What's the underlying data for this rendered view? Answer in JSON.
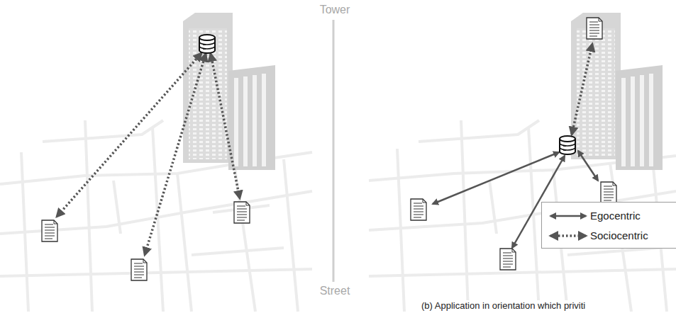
{
  "diagram": {
    "caption": "(b) Application in orientation which priviti",
    "labels": [
      "Tower",
      "Street"
    ],
    "legend": [
      {
        "text": "Egocentric"
      },
      {
        "text": "Sociocentric"
      }
    ]
  }
}
